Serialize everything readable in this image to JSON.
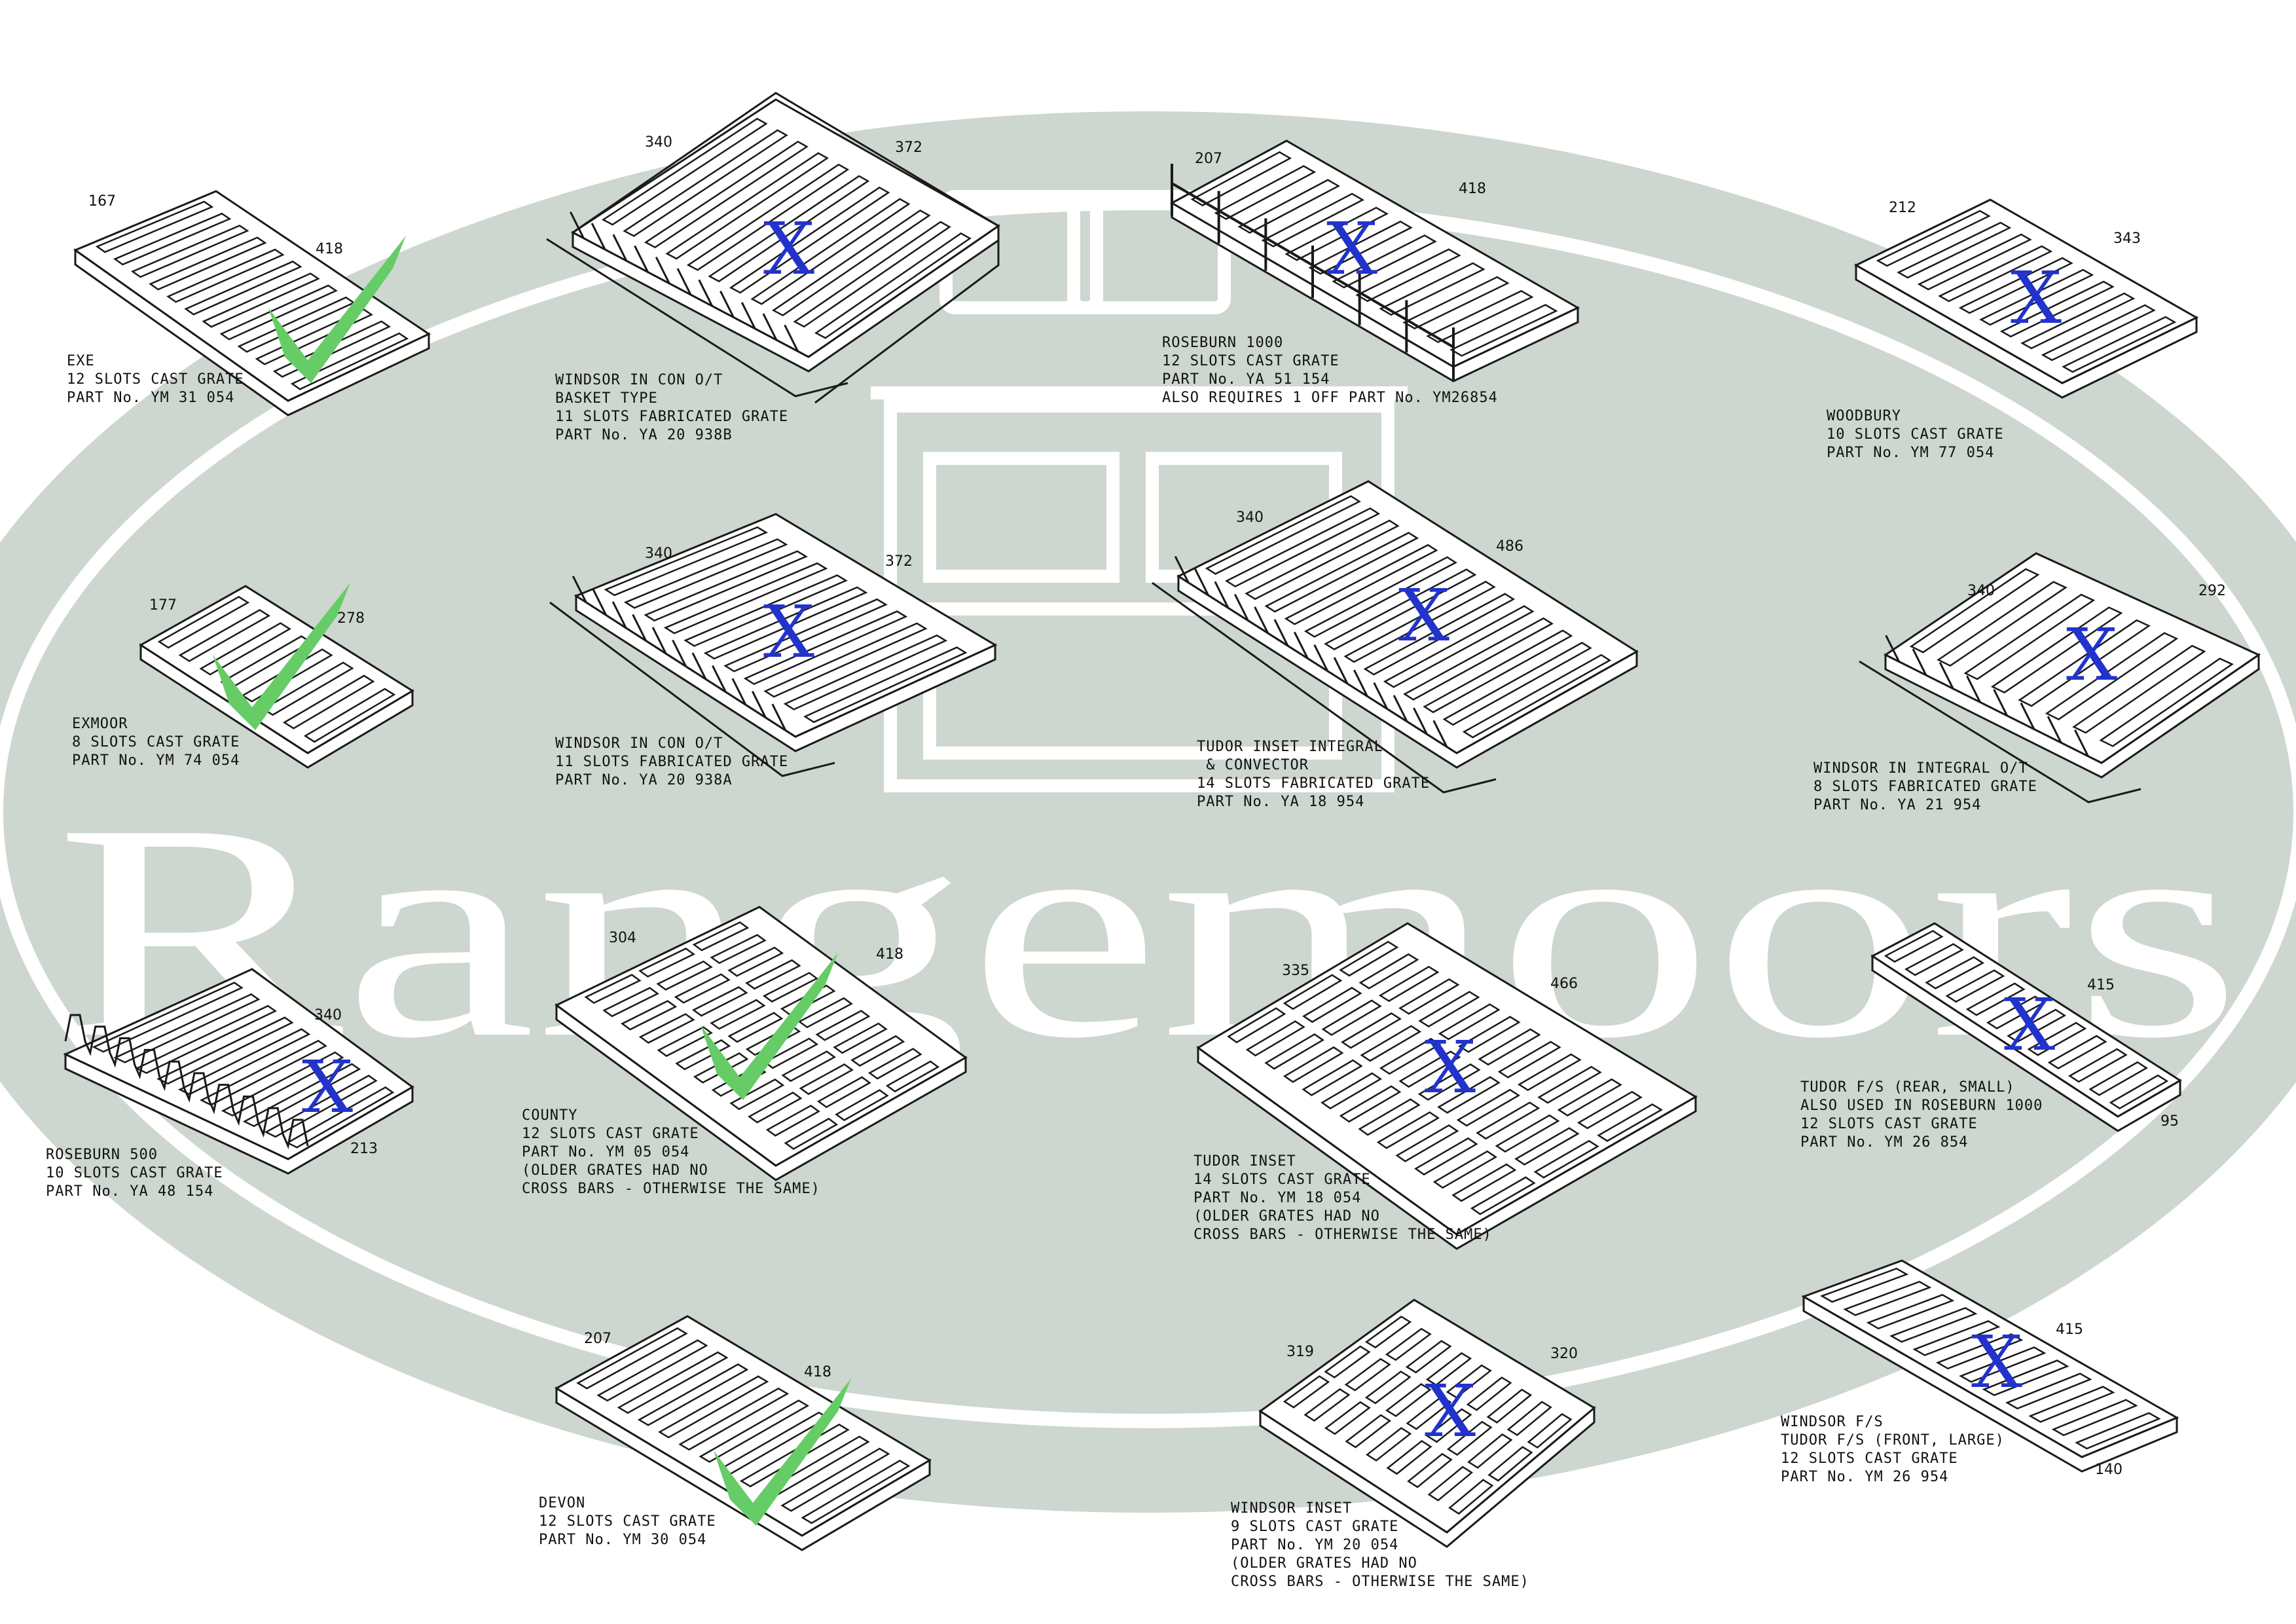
{
  "brand": {
    "wordmark": "Rangemoors",
    "background_color": "#cdd6cf"
  },
  "colors": {
    "check": "#66cc66",
    "cross": "#2233cc",
    "line": "#1a1a1a"
  },
  "grates": [
    {
      "id": "exe",
      "status": "check",
      "dims": [
        "167",
        "418"
      ],
      "lines": [
        "EXE",
        "12 SLOTS CAST GRATE",
        "PART No. YM 31 054"
      ]
    },
    {
      "id": "windsor-in-con-basket",
      "status": "cross",
      "dims": [
        "340",
        "372"
      ],
      "lines": [
        "WINDSOR IN CON O/T",
        "BASKET TYPE",
        "11 SLOTS FABRICATED GRATE",
        "PART No. YA 20 938B"
      ]
    },
    {
      "id": "roseburn-1000",
      "status": "cross",
      "dims": [
        "207",
        "418"
      ],
      "lines": [
        "ROSEBURN 1000",
        "12 SLOTS CAST GRATE",
        "PART No. YA 51 154",
        "ALSO REQUIRES 1 OFF PART No. YM26854"
      ]
    },
    {
      "id": "woodbury",
      "status": "cross",
      "dims": [
        "212",
        "343"
      ],
      "lines": [
        "WOODBURY",
        "10 SLOTS CAST GRATE",
        "PART No. YM 77 054"
      ]
    },
    {
      "id": "exmoor",
      "status": "check",
      "dims": [
        "177",
        "278"
      ],
      "lines": [
        "EXMOOR",
        "8 SLOTS CAST GRATE",
        "PART No. YM 74 054"
      ]
    },
    {
      "id": "windsor-in-con",
      "status": "cross",
      "dims": [
        "340",
        "372"
      ],
      "lines": [
        "WINDSOR IN CON O/T",
        "11 SLOTS FABRICATED GRATE",
        "PART No. YA 20 938A"
      ]
    },
    {
      "id": "tudor-inset-integral",
      "status": "cross",
      "dims": [
        "340",
        "486"
      ],
      "lines": [
        "TUDOR INSET INTEGRAL",
        " & CONVECTOR",
        "14 SLOTS FABRICATED GRATE",
        "PART No. YA 18 954"
      ]
    },
    {
      "id": "windsor-in-integral",
      "status": "cross",
      "dims": [
        "340",
        "292"
      ],
      "lines": [
        "WINDSOR IN INTEGRAL O/T",
        "8 SLOTS FABRICATED GRATE",
        "PART No. YA 21 954"
      ]
    },
    {
      "id": "roseburn-500",
      "status": "cross",
      "dims": [
        "340",
        "213"
      ],
      "lines": [
        "ROSEBURN 500",
        "10 SLOTS CAST GRATE",
        "PART No. YA 48 154"
      ]
    },
    {
      "id": "county",
      "status": "check",
      "dims": [
        "304",
        "418"
      ],
      "lines": [
        "COUNTY",
        "12 SLOTS CAST GRATE",
        "PART No. YM 05 054",
        "(OLDER GRATES HAD NO",
        "CROSS BARS - OTHERWISE THE SAME)"
      ]
    },
    {
      "id": "tudor-inset",
      "status": "cross",
      "dims": [
        "335",
        "466"
      ],
      "lines": [
        "TUDOR INSET",
        "14 SLOTS CAST GRATE",
        "PART No. YM 18 054",
        "(OLDER GRATES HAD NO",
        "CROSS BARS - OTHERWISE THE SAME)"
      ]
    },
    {
      "id": "tudor-fs-rear",
      "status": "cross",
      "dims": [
        "415",
        "95"
      ],
      "lines": [
        "TUDOR F/S (REAR, SMALL)",
        "ALSO USED IN ROSEBURN 1000",
        "12 SLOTS CAST GRATE",
        "PART No. YM 26 854"
      ]
    },
    {
      "id": "devon",
      "status": "check",
      "dims": [
        "207",
        "418"
      ],
      "lines": [
        "DEVON",
        "12 SLOTS CAST GRATE",
        "PART No. YM 30 054"
      ]
    },
    {
      "id": "windsor-inset",
      "status": "cross",
      "dims": [
        "319",
        "320"
      ],
      "lines": [
        "WINDSOR INSET",
        "9 SLOTS CAST GRATE",
        "PART No. YM 20 054",
        "(OLDER GRATES HAD NO",
        "CROSS BARS - OTHERWISE THE SAME)"
      ]
    },
    {
      "id": "windsor-fs-front",
      "status": "cross",
      "dims": [
        "415",
        "140"
      ],
      "lines": [
        "WINDSOR F/S",
        "TUDOR F/S (FRONT, LARGE)",
        "12 SLOTS CAST GRATE",
        "PART No. YM 26 954"
      ]
    }
  ]
}
